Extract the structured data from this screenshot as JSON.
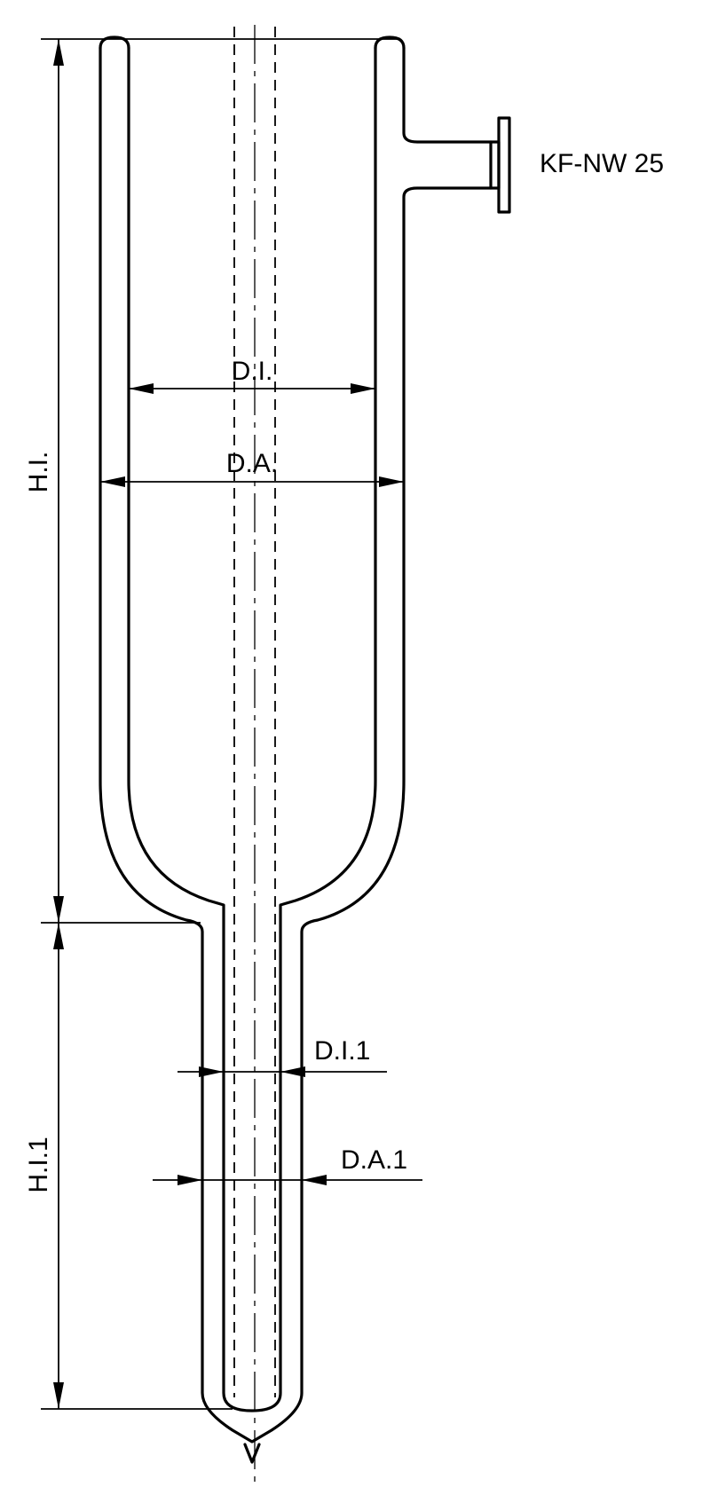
{
  "labels": {
    "flange": "KF-NW 25",
    "inner_diameter": "D.I.",
    "outer_diameter": "D.A.",
    "inner_height": "H.I.",
    "inner_diameter_1": "D.I.1",
    "outer_diameter_1": "D.A.1",
    "inner_height_1": "H.I.1"
  }
}
